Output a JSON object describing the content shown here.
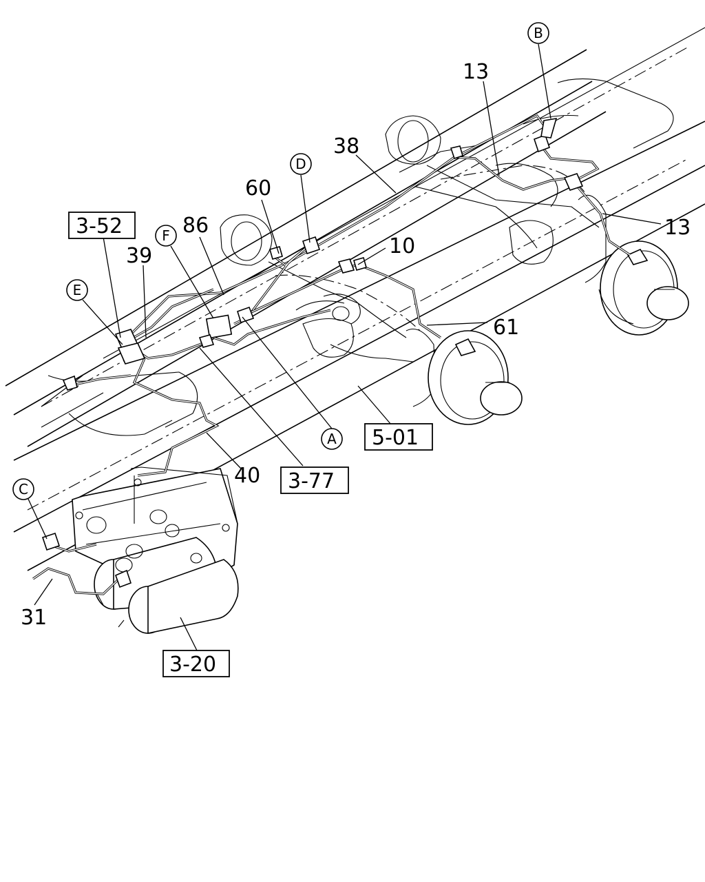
{
  "callouts": {
    "c13a": "13",
    "c13b": "13",
    "c38": "38",
    "c60": "60",
    "c86": "86",
    "c39": "39",
    "c10": "10",
    "c61": "61",
    "c40": "40",
    "c31": "31"
  },
  "references": {
    "r352": "3-52",
    "r377": "3-77",
    "r501": "5-01",
    "r320": "3-20"
  },
  "connectors": {
    "A": "A",
    "B": "B",
    "C": "C",
    "D": "D",
    "E": "E",
    "F": "F"
  }
}
